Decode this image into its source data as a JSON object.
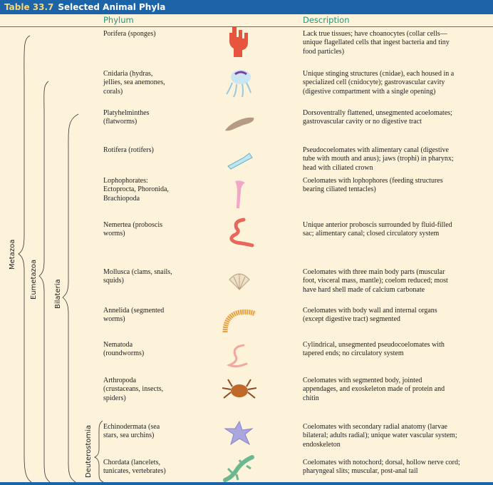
{
  "table": {
    "number": "Table 33.7",
    "title": "Selected Animal Phyla"
  },
  "columns": {
    "phylum": "Phylum",
    "description": "Description"
  },
  "clades": {
    "metazoa": "Metazoa",
    "eumetazoa": "Eumetazoa",
    "bilateria": "Bilateria",
    "deuterostomia": "Deuterostomia"
  },
  "rows": [
    {
      "phylum": "Porifera (sponges)",
      "icon": "sponge-icon",
      "description": "Lack true tissues; have choanocytes (collar cells—\nunique flagellated cells that ingest bacteria and tiny\nfood particles)"
    },
    {
      "phylum": "Cnidaria (hydras,\njellies, sea anemones,\ncorals)",
      "icon": "jellyfish-icon",
      "description": "Unique stinging structures (cnidae), each housed in a\nspecialized cell (cnidocyte); gastrovascular cavity\n(digestive compartment with a single opening)"
    },
    {
      "phylum": "Platyhelminthes\n(flatworms)",
      "icon": "flatworm-icon",
      "description": "Dorsoventrally flattened, unsegmented acoelomates;\ngastrovascular cavity or no digestive tract"
    },
    {
      "phylum": "Rotifera (rotifers)",
      "icon": "rotifer-icon",
      "description": "Pseudocoelomates with alimentary canal (digestive\ntube with mouth and anus); jaws (trophi) in pharynx;\nhead with ciliated crown"
    },
    {
      "phylum": "Lophophorates:\nEctoprocta, Phoronida,\nBrachiopoda",
      "icon": "lophophorate-icon",
      "description": "Coelomates with lophophores (feeding structures\nbearing ciliated tentacles)"
    },
    {
      "phylum": "Nemertea (proboscis\nworms)",
      "icon": "proboscis-worm-icon",
      "description": "Unique anterior proboscis surrounded by fluid-filled\nsac; alimentary canal; closed circulatory system"
    },
    {
      "phylum": "Mollusca (clams, snails,\nsquids)",
      "icon": "shell-icon",
      "description": "Coelomates with three main body parts (muscular\nfoot, visceral mass, mantle); coelom reduced; most\nhave hard shell made of calcium carbonate"
    },
    {
      "phylum": "Annelida (segmented\nworms)",
      "icon": "segmented-worm-icon",
      "description": "Coelomates with body wall and internal organs\n(except digestive tract) segmented"
    },
    {
      "phylum": "Nematoda\n(roundworms)",
      "icon": "roundworm-icon",
      "description": "Cylindrical, unsegmented pseudocoelomates with\ntapered ends; no circulatory system"
    },
    {
      "phylum": "Arthropoda\n(crustaceans, insects,\nspiders)",
      "icon": "crab-icon",
      "description": "Coelomates with segmented body, jointed\nappendages, and exoskeleton made of protein and\nchitin"
    },
    {
      "phylum": "Echinodermata (sea\nstars, sea urchins)",
      "icon": "sea-star-icon",
      "description": "Coelomates with secondary radial anatomy (larvae\nbilateral; adults radial); unique water vascular system;\nendoskeleton"
    },
    {
      "phylum": "Chordata (lancelets,\ntunicates, vertebrates)",
      "icon": "salamander-icon",
      "description": "Coelomates with notochord; dorsal, hollow nerve cord;\npharyngeal slits; muscular, post-anal tail"
    }
  ],
  "colors": {
    "header": "#1d63a8",
    "accent": "#23977a",
    "background": "#fdf2da"
  }
}
